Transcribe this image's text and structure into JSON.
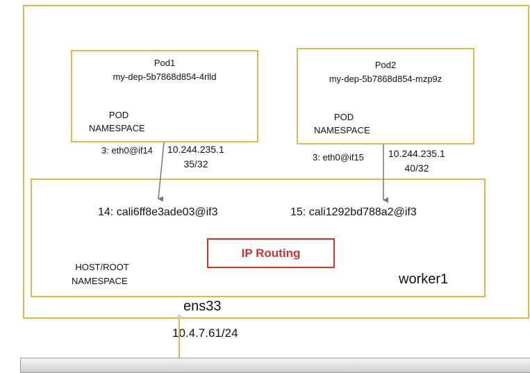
{
  "colors": {
    "box_border": "#e0b84a",
    "routing_border": "#d32f2f",
    "routing_text": "#d32f2f",
    "arrow": "#777777"
  },
  "pod1": {
    "title": "Pod1",
    "name": "my-dep-5b7868d854-4rlld",
    "namespace_line1": "POD",
    "namespace_line2": "NAMESPACE",
    "iface": "3: eth0@if14",
    "ip_line1": "10.244.235.1",
    "ip_line2": "35/32"
  },
  "pod2": {
    "title": "Pod2",
    "name": "my-dep-5b7868d854-mzp9z",
    "namespace_line1": "POD",
    "namespace_line2": "NAMESPACE",
    "iface": "3: eth0@if15",
    "ip_line1": "10.244.235.1",
    "ip_line2": "40/32"
  },
  "host": {
    "cali1": "14: cali6ff8e3ade03@if3",
    "cali2": "15: cali1292bd788a2@if3",
    "namespace_line1": "HOST/ROOT",
    "namespace_line2": "NAMESPACE",
    "routing": "IP Routing"
  },
  "node": {
    "name": "worker1",
    "nic": "ens33",
    "nic_ip": "10.4.7.61/24"
  }
}
